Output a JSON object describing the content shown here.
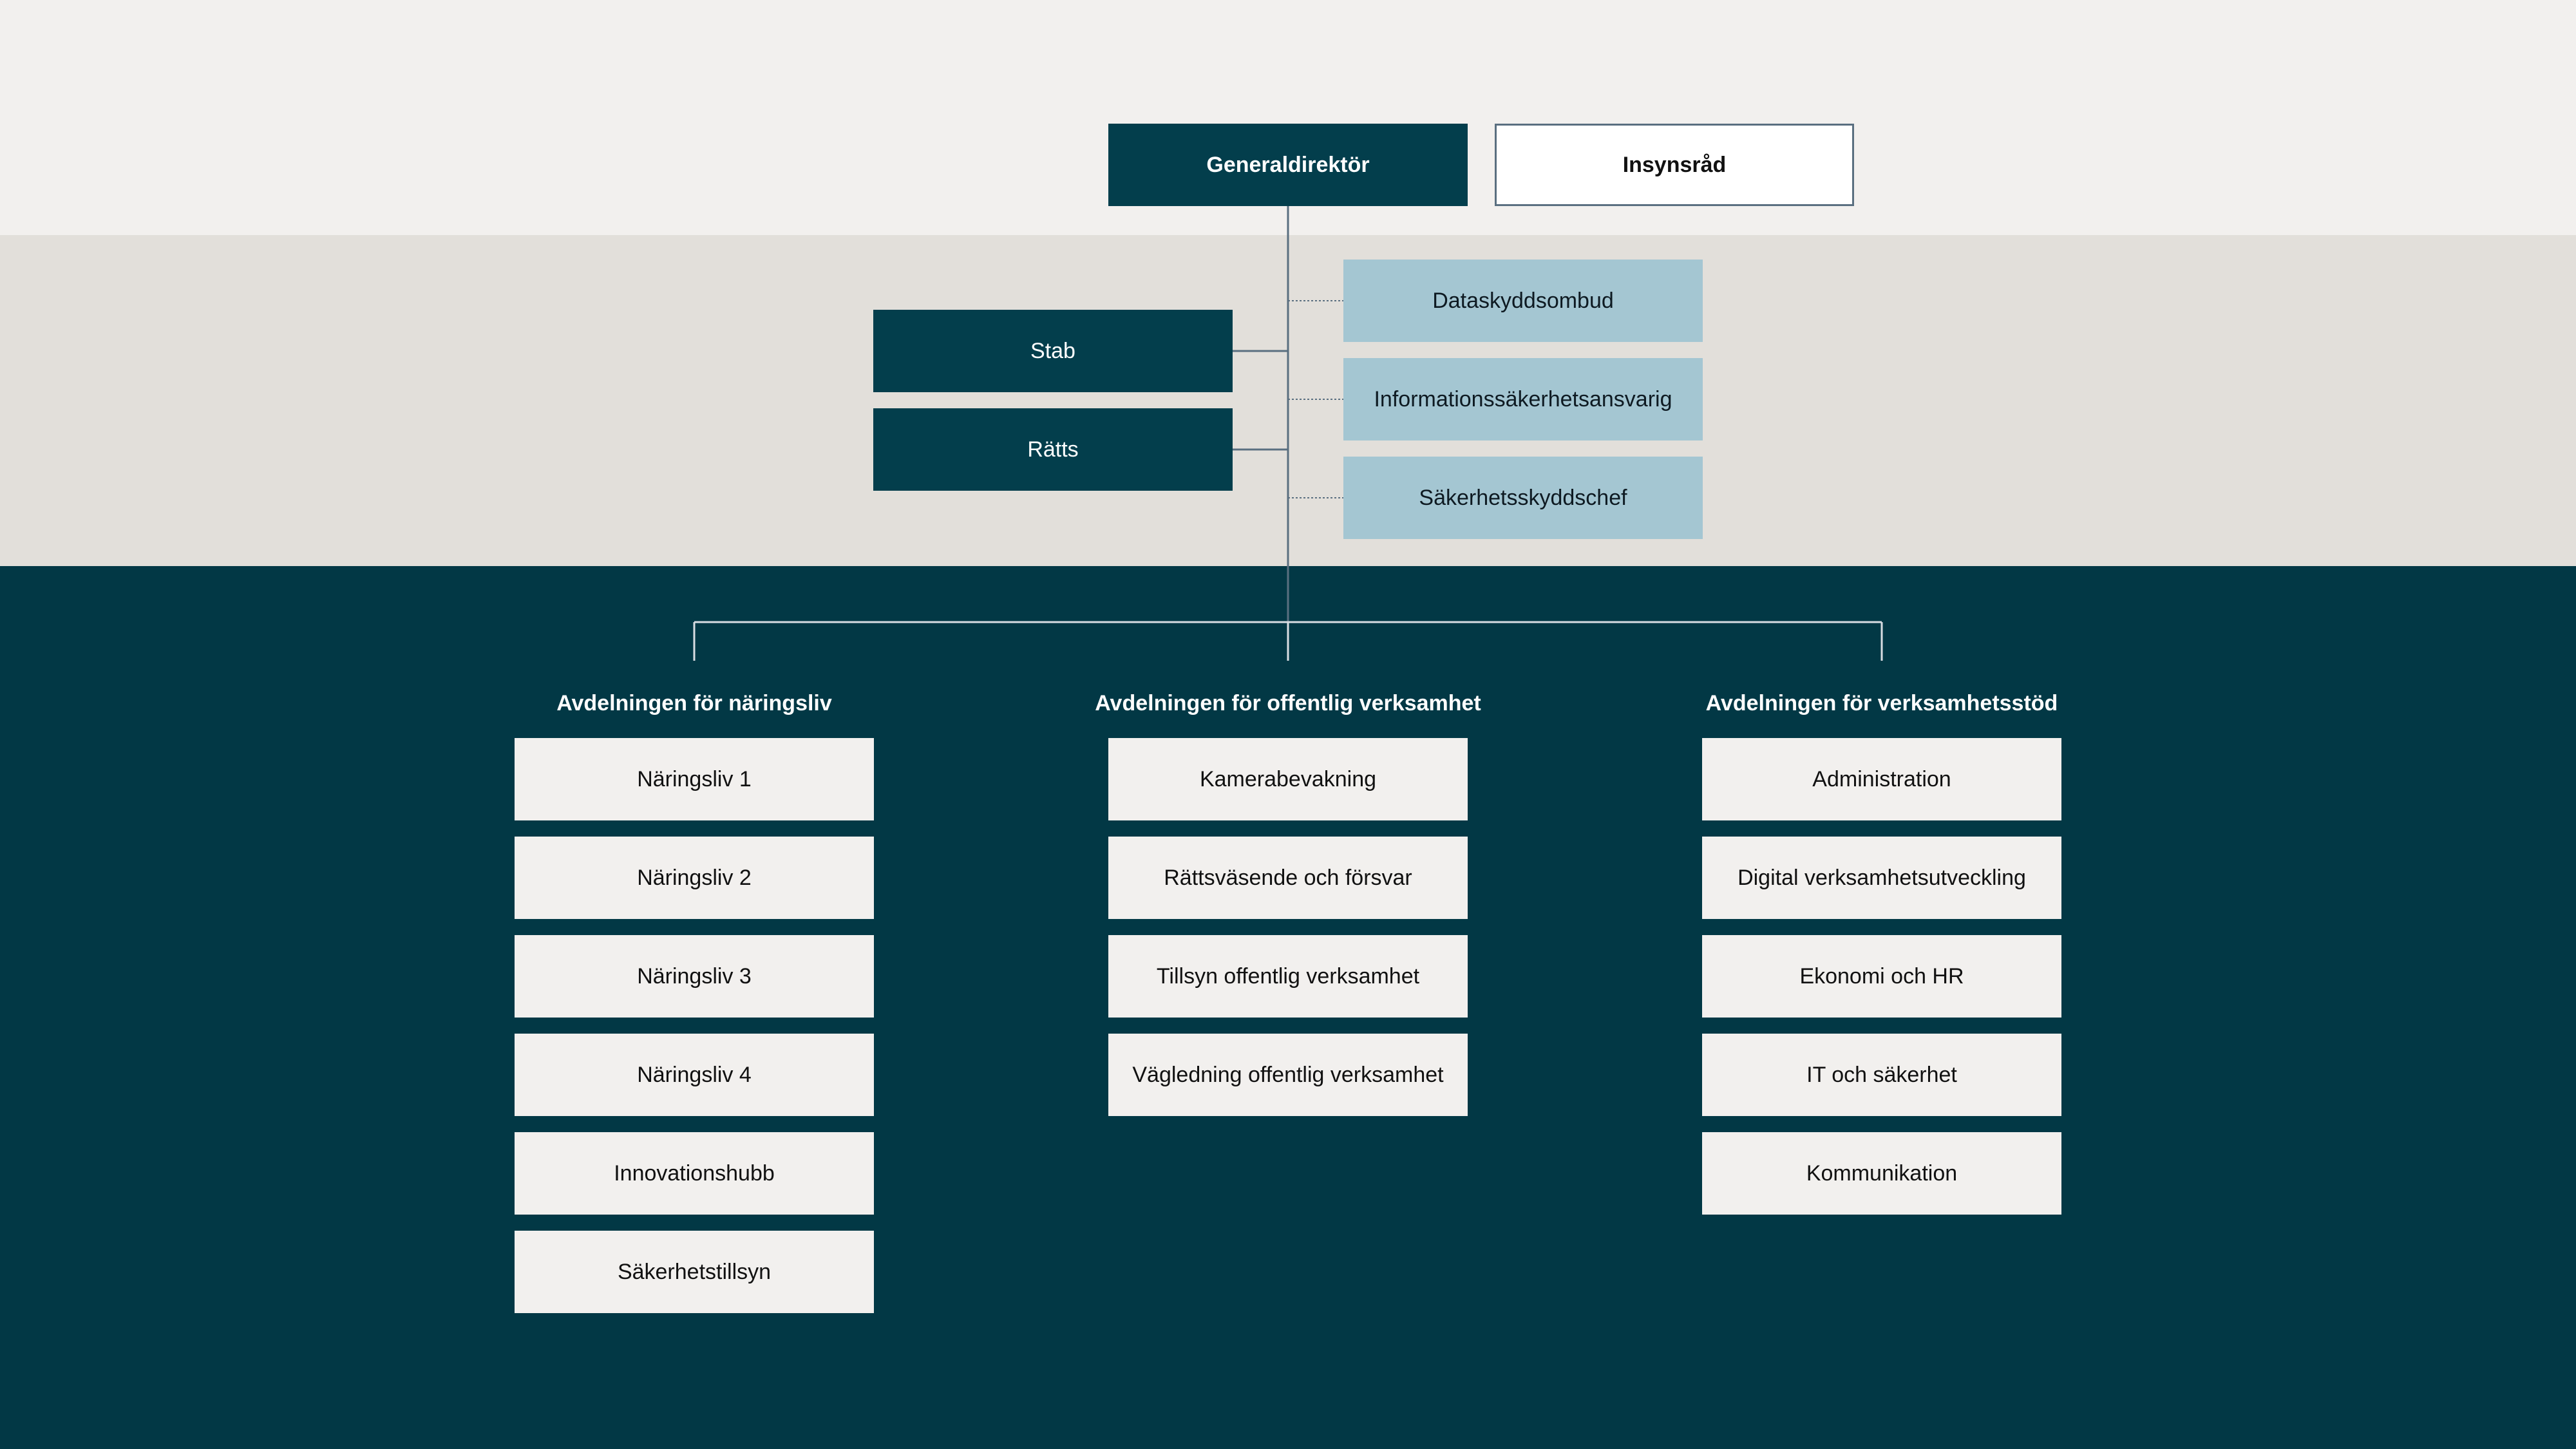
{
  "colors": {
    "top_band": "#f2f0ee",
    "middle_band": "#e2dfda",
    "bottom_band": "#023845",
    "dark_box": "#033e4c",
    "light_blue_box": "#a4c6d2",
    "light_box": "#f2f0ee"
  },
  "top": {
    "director": "Generaldirektör",
    "council": "Insynsråd"
  },
  "staff_left": [
    "Stab",
    "Rätts"
  ],
  "staff_right": [
    "Dataskyddsombud",
    "Informationssäkerhetsansvarig",
    "Säkerhetsskyddschef"
  ],
  "departments": [
    {
      "title": "Avdelningen för näringsliv",
      "units": [
        "Näringsliv 1",
        "Näringsliv 2",
        "Näringsliv 3",
        "Näringsliv 4",
        "Innovationshubb",
        "Säkerhetstillsyn"
      ]
    },
    {
      "title": "Avdelningen för offentlig verksamhet",
      "units": [
        "Kamerabevakning",
        "Rättsväsende och försvar",
        "Tillsyn offentlig verksamhet",
        "Vägledning offentlig verksamhet"
      ]
    },
    {
      "title": "Avdelningen för verksamhetsstöd",
      "units": [
        "Administration",
        "Digital verksamhetsutveckling",
        "Ekonomi och HR",
        "IT och säkerhet",
        "Kommunikation"
      ]
    }
  ]
}
